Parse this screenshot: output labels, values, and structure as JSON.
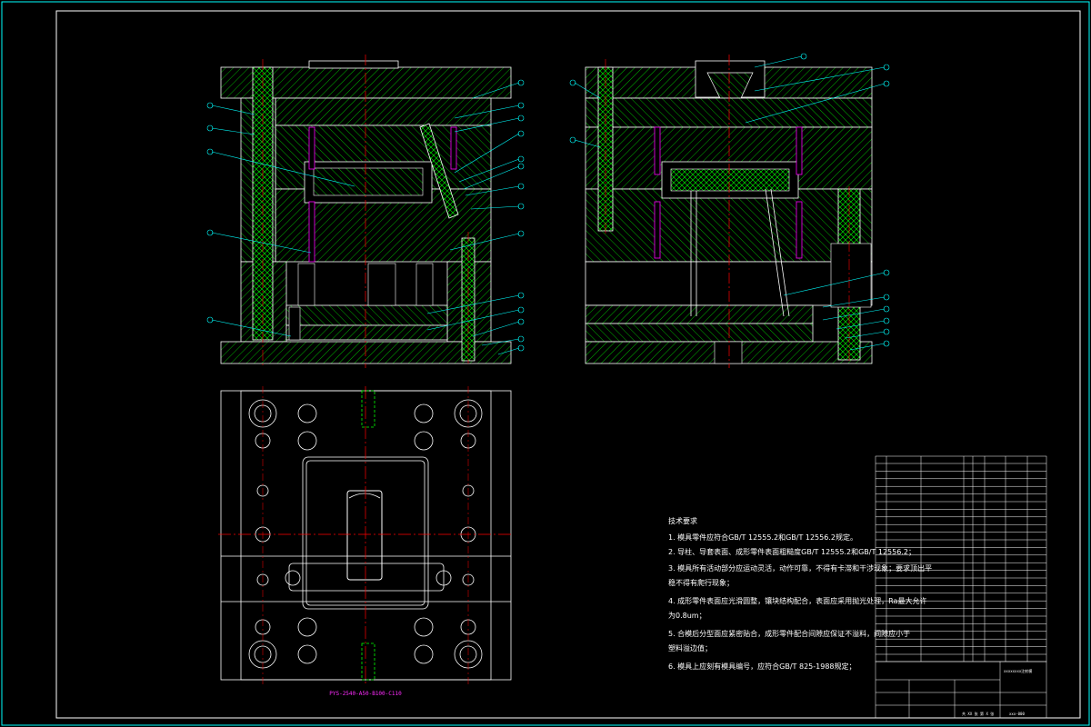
{
  "drawing": {
    "colors": {
      "background": "#000000",
      "frame": "#ffffff",
      "outer_frame": "#00ffff",
      "hatch": "#00ff00",
      "centerline": "#ff0000",
      "leader": "#00ffff",
      "part_outline": "#ffffff",
      "pins": "#ff00ff",
      "ejector_slot": "#00ff00"
    },
    "moldbase_label": "PYS-2540-A50-B100-C110",
    "notes": {
      "title": "技术要求",
      "items": [
        "1. 模具零件应符合GB/T 12555.2和GB/T 12556.2规定。",
        "2. 导柱、导套表面、成形零件表面粗糙度GB/T 12555.2和GB/T 12556.2；",
        "3. 模具所有活动部分应运动灵活，动作可靠，不得有卡滞和干涉现象；要求顶出平",
        "   稳不得有爬行现象；",
        "4. 成形零件表面应光滑圆整，镶块结构配合，表面应采用抛光处理，Ra最大允许",
        "   为0.8um；",
        "5. 合模后分型面应紧密贴合，成形零件配合间隙应保证不溢料，间隙应小于",
        "   塑料溢边值；",
        "6. 模具上应刻有模具编号，应符合GB/T 825-1988规定；"
      ]
    },
    "title_block": {
      "name_cell": "xxxxxxxx注射模",
      "drawing_no": "xxx-000",
      "scale_note": "共 XX 张 第 X 张"
    }
  }
}
